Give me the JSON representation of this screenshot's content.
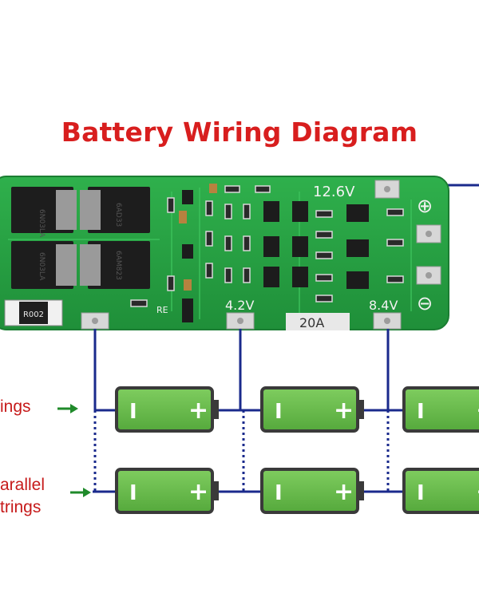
{
  "title": "Battery Wiring Diagram",
  "board": {
    "voltage_top": "12.6V",
    "voltage_mid": "4.2V",
    "voltage_right": "8.4V",
    "current_rating": "20A",
    "resistor_code": "R002",
    "re_label": "RE",
    "mosfet_codes": [
      "6N03LA",
      "6AD33",
      "6N03LA",
      "6AM823"
    ],
    "plus_symbol": "⊕",
    "minus_symbol": "⊖"
  },
  "labels": {
    "series_strings": "ings",
    "parallel_line1": "arallel",
    "parallel_line2": "trings"
  },
  "battery": {
    "minus": "I",
    "plus": "+"
  },
  "colors": {
    "title": "#d81e1e",
    "pcb": "#27a042",
    "wire": "#1a2a8c",
    "battery_fill": "#6cbf4f",
    "arrow": "#1f8a2a"
  }
}
